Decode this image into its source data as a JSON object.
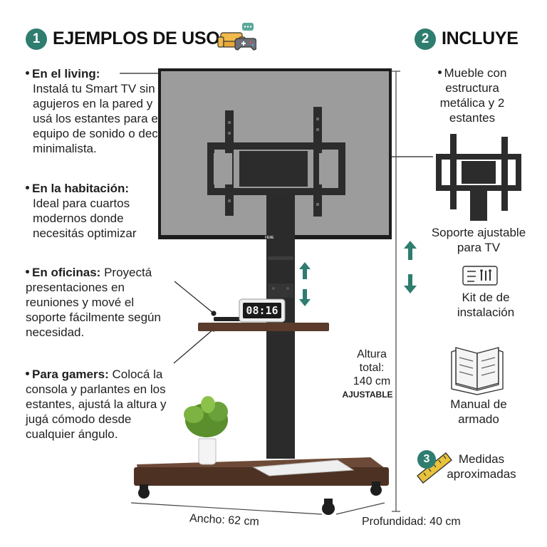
{
  "sections": {
    "uses": {
      "number": "1",
      "title": "EJEMPLOS DE USO"
    },
    "includes": {
      "number": "2",
      "title": "INCLUYE"
    },
    "measures": {
      "number": "3",
      "title": "Medidas aproximadas"
    }
  },
  "uses": [
    {
      "title": "En el living:",
      "text": "Instalá tu Smart TV sin agujeros en la pared y usá los estantes para el equipo de sonido o deco minimalista."
    },
    {
      "title": "En la habitación:",
      "text": "Ideal para cuartos modernos donde necesitás optimizar"
    },
    {
      "title": "En oficinas:",
      "text": "Proyectá presentaciones en reuniones y mové el soporte fácilmente según necesidad."
    },
    {
      "title": "Para gamers:",
      "text": "Colocá la consola y parlantes en los estantes, ajustá la altura y jugá cómodo desde cualquier ángulo."
    }
  ],
  "includes": [
    {
      "label": "Mueble con estructura metálica y 2 estantes"
    },
    {
      "label": "Soporte ajustable para TV"
    },
    {
      "label": "Kit de de instalación"
    },
    {
      "label": "Manual de armado"
    }
  ],
  "dimensions": {
    "height_label": "Altura total:",
    "height_value": "140 cm",
    "height_note": "AJUSTABLE",
    "width": "Ancho: 62 cm",
    "depth": "Profundidad: 40 cm"
  },
  "clock": {
    "time": "08:16"
  },
  "tv_brand": "FEIIE",
  "colors": {
    "accent": "#2e7d6f",
    "wood": "#5a3b2c",
    "metal": "#2b2b2b",
    "screen": "#9c9c9c"
  }
}
